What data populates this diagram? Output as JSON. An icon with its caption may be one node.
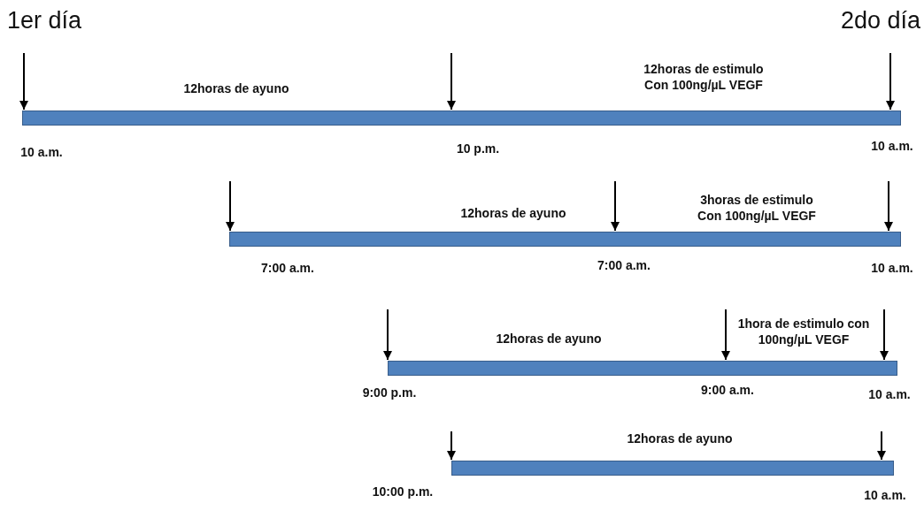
{
  "diagram": {
    "nodes": [
      {
        "text": [],
        "shape": "bar",
        "beside": [
          "12horas de ayuno",
          "12horas de estimulo Con 100ng/µL VEGF",
          "10 a.m.",
          "10 p.m.",
          "10 a.m."
        ]
      },
      {
        "text": [],
        "shape": "bar",
        "beside": [
          "12horas de ayuno",
          "3horas de estimulo Con 100ng/µL VEGF",
          "7:00 a.m.",
          "7:00 a.m.",
          "10 a.m."
        ]
      },
      {
        "text": [],
        "shape": "bar",
        "beside": [
          "12horas de ayuno",
          "1hora de estimulo con 100ng/µL VEGF",
          "9:00 p.m.",
          "9:00 a.m.",
          "10 a.m."
        ]
      },
      {
        "text": [],
        "shape": "bar",
        "beside": [
          "12horas de ayuno",
          "10:00 p.m.",
          "10 a.m."
        ]
      }
    ],
    "edges": [
      {
        "from": null,
        "to": 0,
        "arrow": "to"
      },
      {
        "from": null,
        "to": 0,
        "arrow": "to"
      },
      {
        "from": null,
        "to": 0,
        "arrow": "to"
      },
      {
        "from": null,
        "to": 1,
        "arrow": "to"
      },
      {
        "from": null,
        "to": 1,
        "arrow": "to"
      },
      {
        "from": null,
        "to": 1,
        "arrow": "to"
      },
      {
        "from": null,
        "to": 2,
        "arrow": "to"
      },
      {
        "from": null,
        "to": 2,
        "arrow": "to"
      },
      {
        "from": null,
        "to": 2,
        "arrow": "to"
      },
      {
        "from": null,
        "to": 3,
        "arrow": "to"
      },
      {
        "from": null,
        "to": 3,
        "arrow": "to"
      }
    ],
    "labels": [
      "1er día",
      "2do día"
    ]
  }
}
